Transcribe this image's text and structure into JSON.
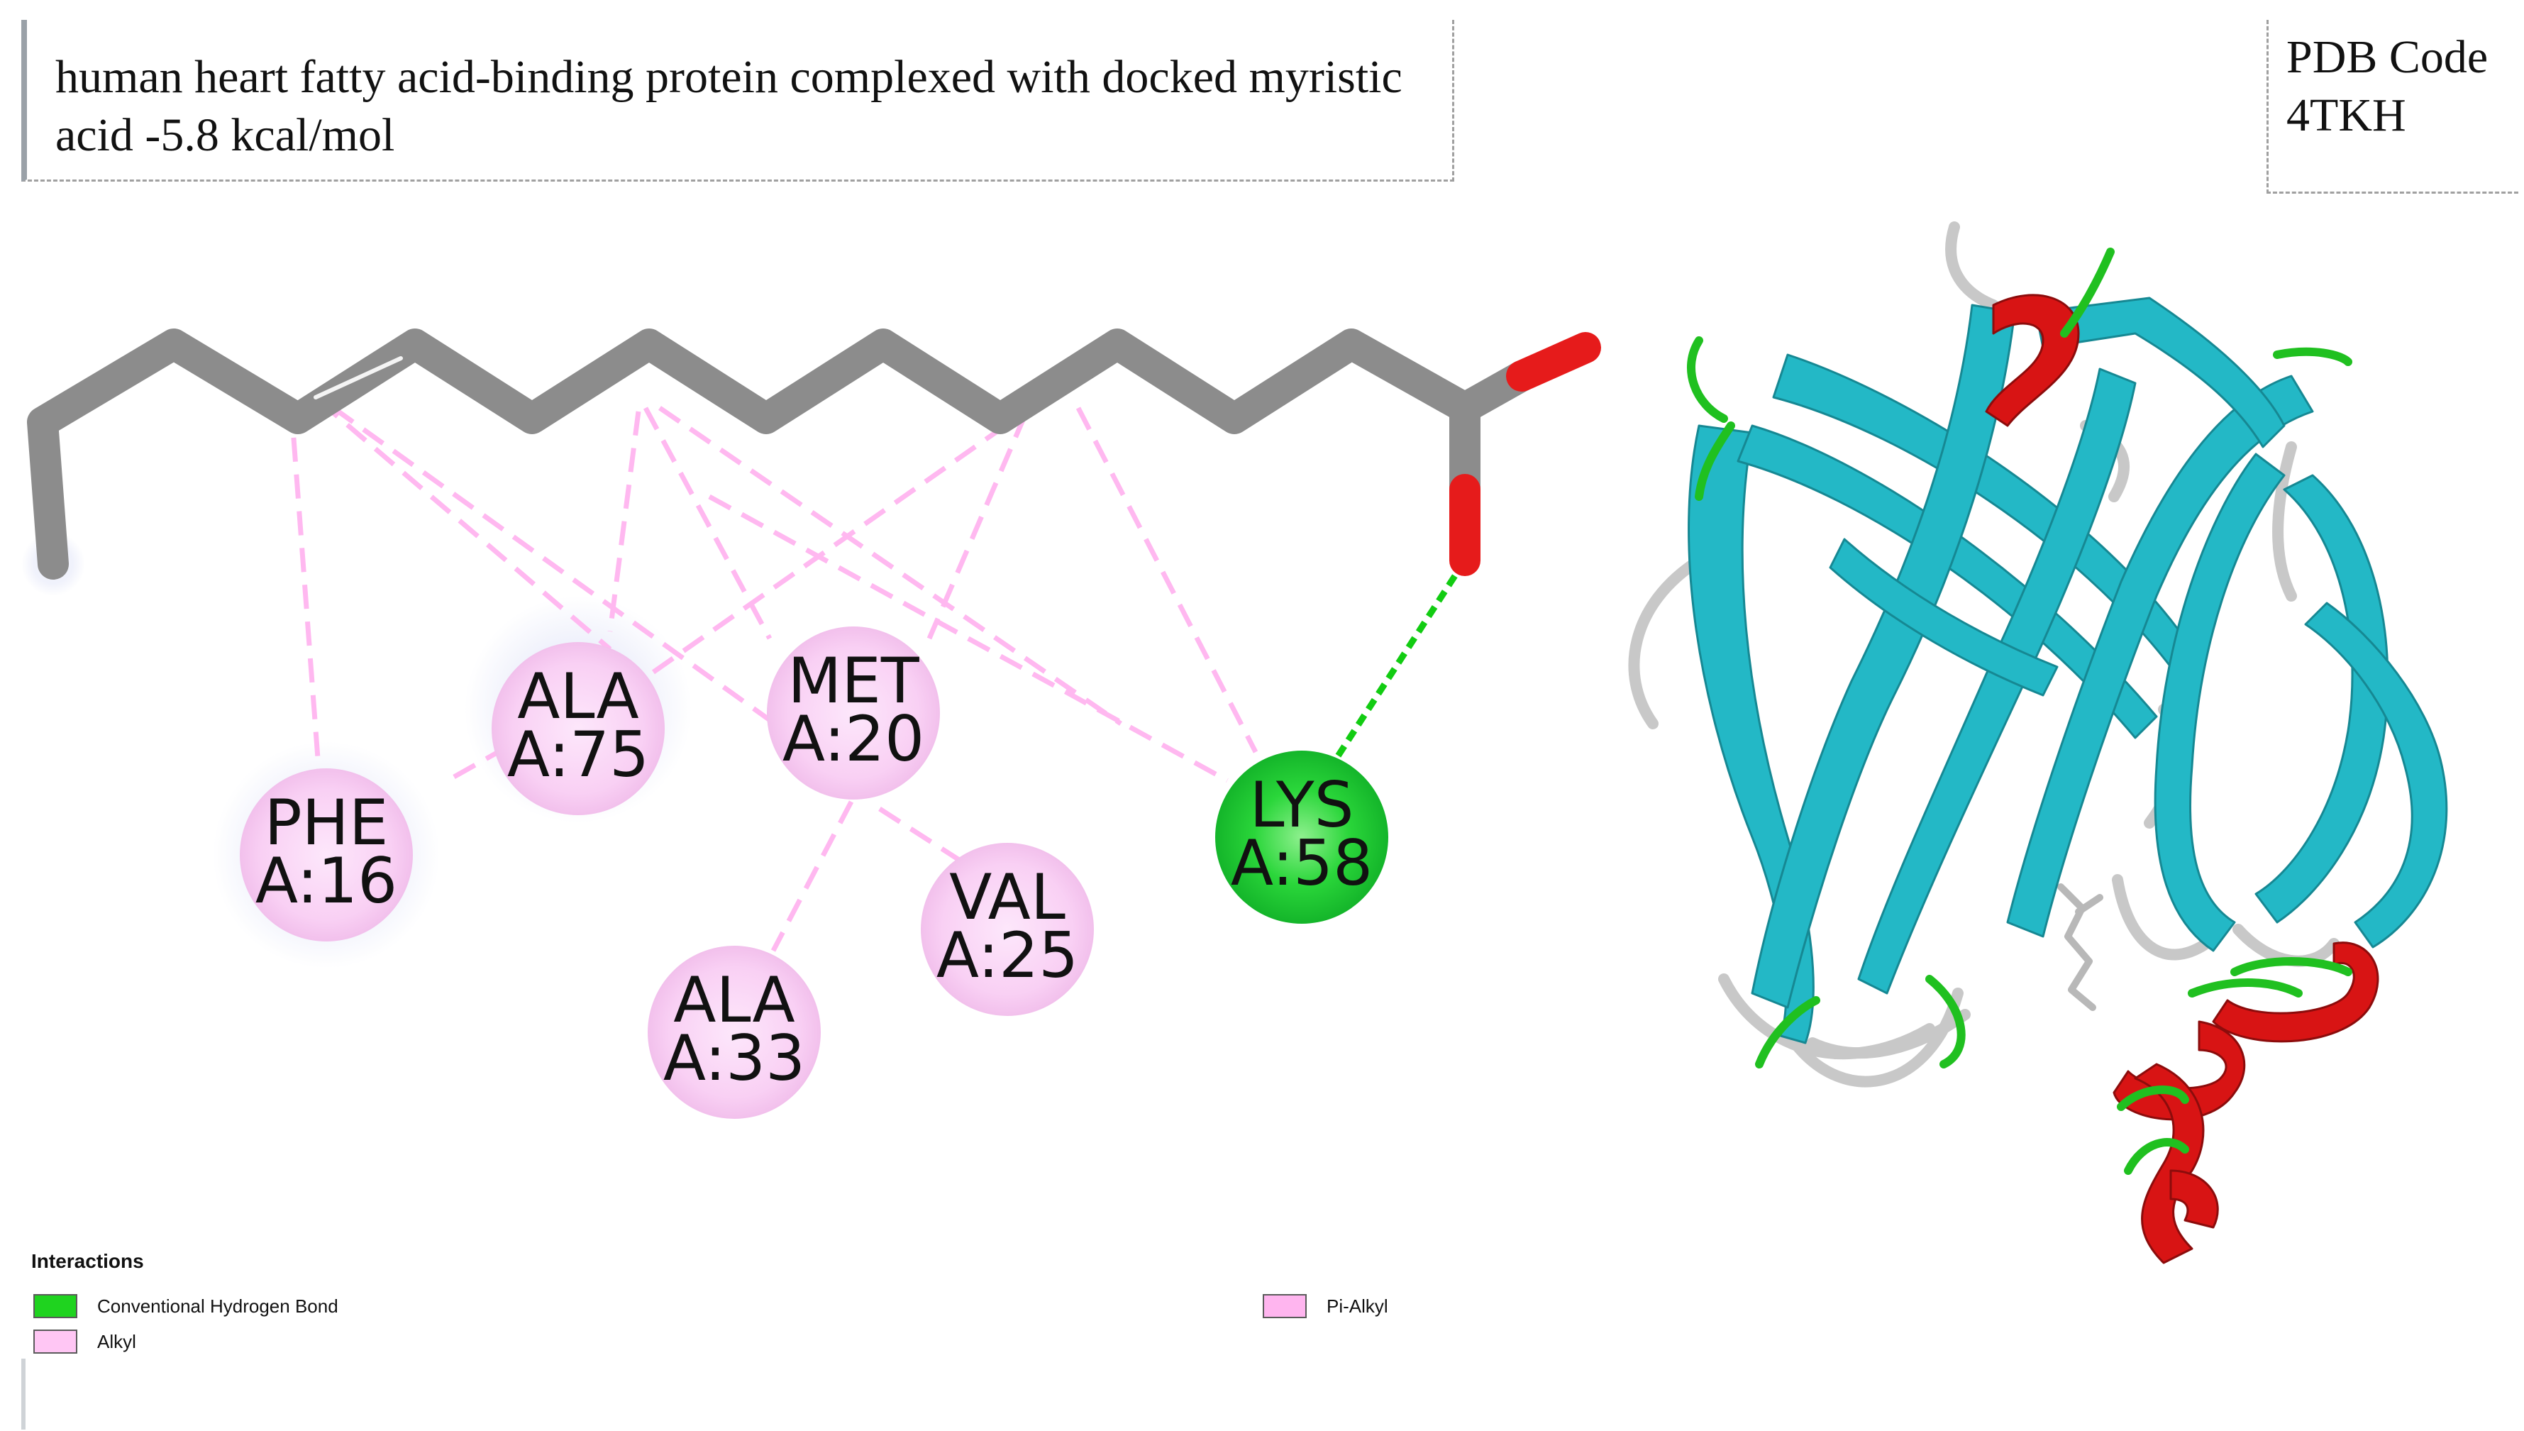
{
  "caption": {
    "line1": "human heart fatty acid-binding protein complexed with  docked myristic",
    "line2": "acid -5.8 kcal/mol"
  },
  "pdb": {
    "label": "PDB Code",
    "code": "4TKH"
  },
  "residues": [
    {
      "name": "PHE",
      "position": "A:16",
      "interaction": "alkyl"
    },
    {
      "name": "ALA",
      "position": "A:75",
      "interaction": "alkyl"
    },
    {
      "name": "MET",
      "position": "A:20",
      "interaction": "alkyl"
    },
    {
      "name": "LYS",
      "position": "A:58",
      "interaction": "conventional-hydrogen-bond"
    },
    {
      "name": "VAL",
      "position": "A:25",
      "interaction": "alkyl"
    },
    {
      "name": "ALA",
      "position": "A:33",
      "interaction": "alkyl"
    }
  ],
  "legend": {
    "title": "Interactions",
    "items": [
      {
        "label": "Conventional Hydrogen Bond",
        "color": "#1fd31f"
      },
      {
        "label": "Alkyl",
        "color": "#ffc6f4"
      },
      {
        "label": "Pi-Alkyl",
        "color": "#ffb5ef"
      }
    ]
  },
  "colors": {
    "carbon": "#8c8c8c",
    "oxygen": "#e61b1b",
    "alkyl_residue": "#fbd6f6",
    "hbond_residue": "#19d43a",
    "alkyl_line": "#ffb8f0",
    "hbond_line": "#12cc12",
    "beta_strand": "#23b8c6",
    "helix": "#d81414",
    "turn": "#20c020",
    "coil": "#c8c8c8"
  },
  "icons": {
    "ligand": "myristic-acid-stick-model",
    "protein": "fabp-ribbon-cartoon"
  }
}
